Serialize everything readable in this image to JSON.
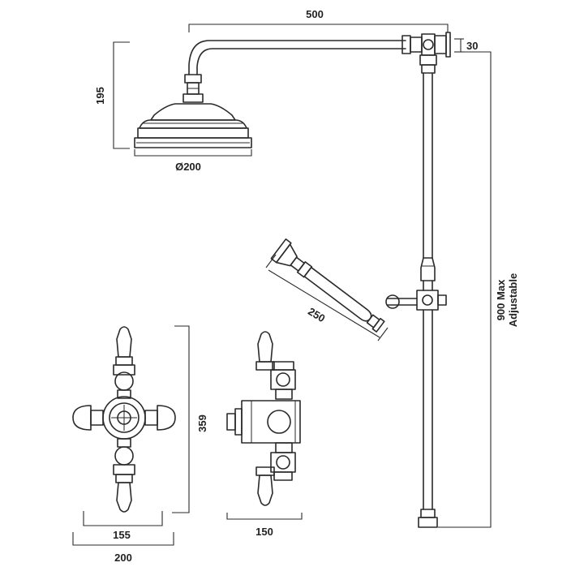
{
  "dimensions": {
    "arm_length": "500",
    "arm_drop": "30",
    "head_height": "195",
    "head_diameter": "Ø200",
    "handset_length": "250",
    "riser_height_line1": "900 Max",
    "riser_height_line2": "Adjustable",
    "valve_height": "359",
    "valve_inner_width": "155",
    "valve_outer_width": "200",
    "valve_depth": "150"
  },
  "colors": {
    "line": "#2a2a2a",
    "background": "#ffffff"
  }
}
